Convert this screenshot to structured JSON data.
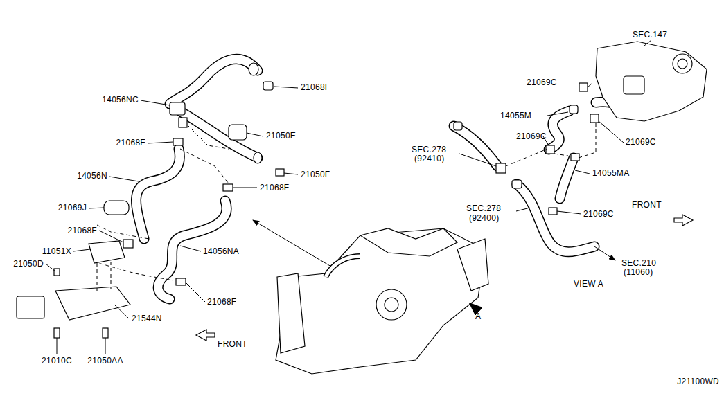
{
  "diagram": {
    "labels": [
      "21068F",
      "14056NC",
      "21050E",
      "21068F",
      "21050F",
      "14056N",
      "21068F",
      "21069J",
      "21068F",
      "11051X",
      "14056NA",
      "21050D",
      "21068F",
      "21544N",
      "21010C",
      "21050AA",
      "FRONT",
      "SEC.147",
      "21069C",
      "14055M",
      "21069C",
      "SEC.278",
      "(92410)",
      "21069C",
      "14055MA",
      "SEC.278",
      "(92400)",
      "21069C",
      "FRONT",
      "SEC.210",
      "(11060)",
      "VIEW A",
      "A",
      "J21100WD"
    ]
  }
}
